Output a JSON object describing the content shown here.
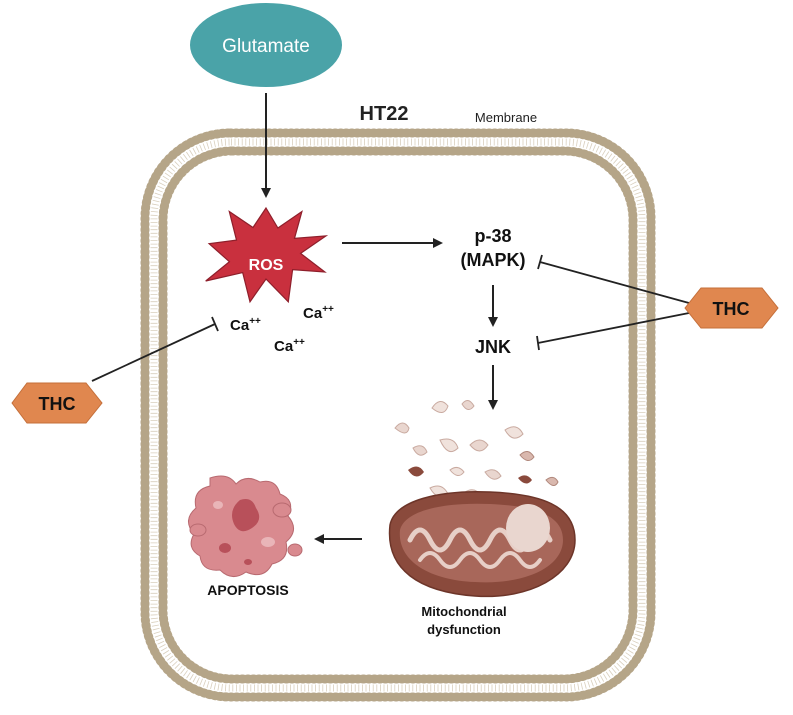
{
  "diagram": {
    "stimulus": "Glutamate",
    "cell_name": "HT22",
    "membrane_label": "Membrane",
    "ros": "ROS",
    "calcium": {
      "base": "Ca",
      "charge": "++"
    },
    "p38_line1": "p-38",
    "p38_line2": "(MAPK)",
    "jnk": "JNK",
    "inhibitor_left": "THC",
    "inhibitor_right": "THC",
    "mito_line1": "Mitochondrial",
    "mito_line2": "dysfunction",
    "apoptosis": "APOPTOSIS"
  },
  "colors": {
    "glutamate_fill": "#4aa3a8",
    "thc_fill": "#e0874f",
    "ros_fill": "#c9303e",
    "membrane": "#b5a588",
    "mito": "#8a4a3c",
    "apoptosis": "#d98a8f"
  }
}
